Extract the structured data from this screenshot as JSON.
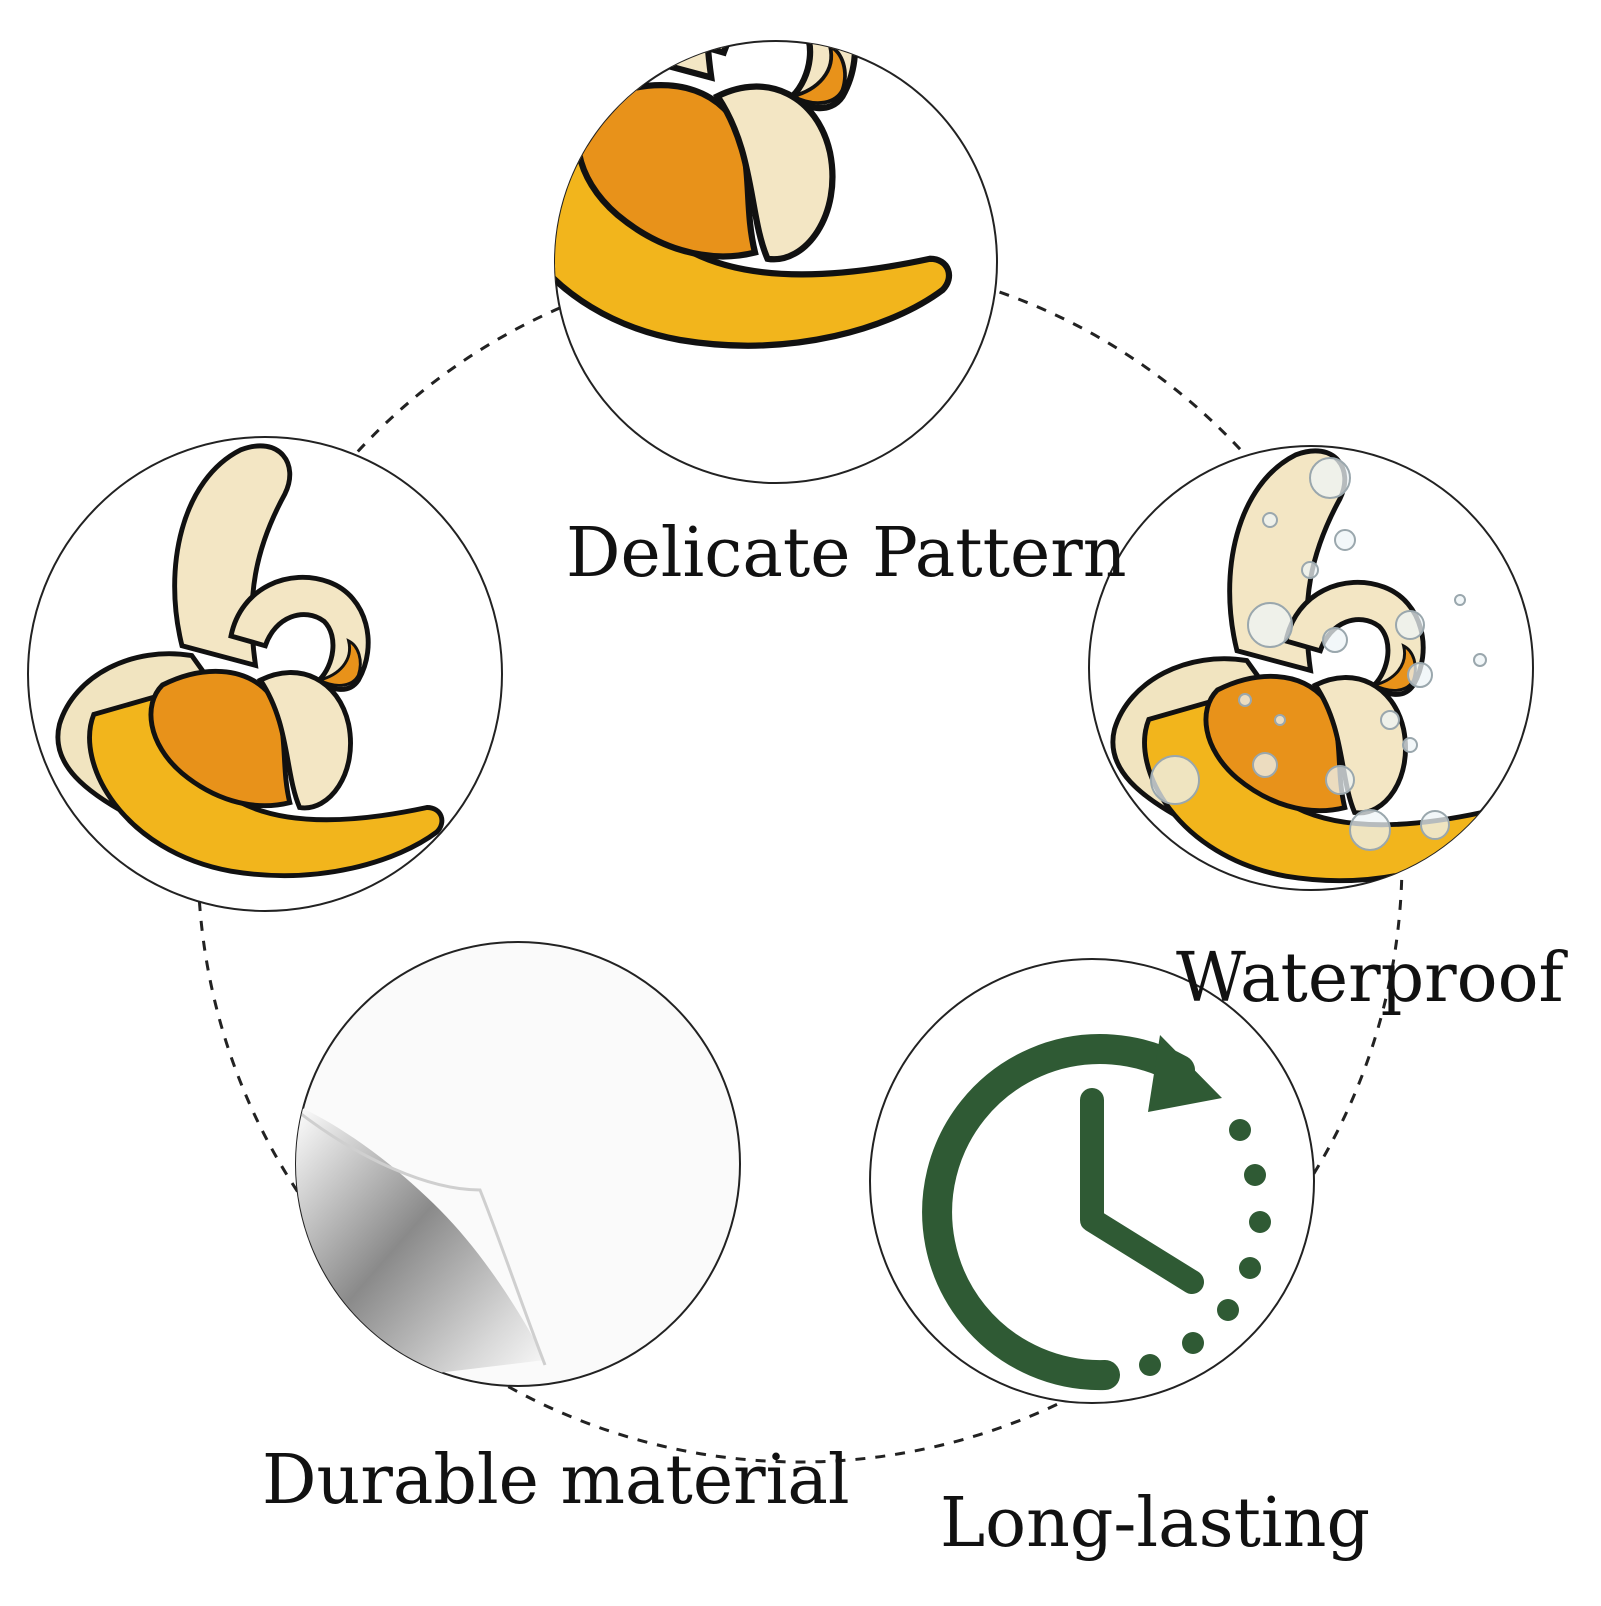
{
  "features": [
    {
      "id": "delicate",
      "label": "Delicate Pattern",
      "icon": "banana-sticker-closeup"
    },
    {
      "id": "waterproof",
      "label": "Waterproof",
      "icon": "banana-sticker-water-drops"
    },
    {
      "id": "durable",
      "label": "Durable material",
      "icon": "peeling-sticker-paper"
    },
    {
      "id": "longlasting",
      "label": "Long-lasting",
      "icon": "clock-arrow-icon"
    }
  ],
  "sample_icon": "banana-sticker",
  "colors": {
    "outline": "#111111",
    "banana_peel_yellow": "#f2b51c",
    "banana_flesh": "#f3e6c4",
    "banana_orange": "#e8921a",
    "clock_green": "#2f5a34",
    "water_drop": "#e6eef2"
  }
}
